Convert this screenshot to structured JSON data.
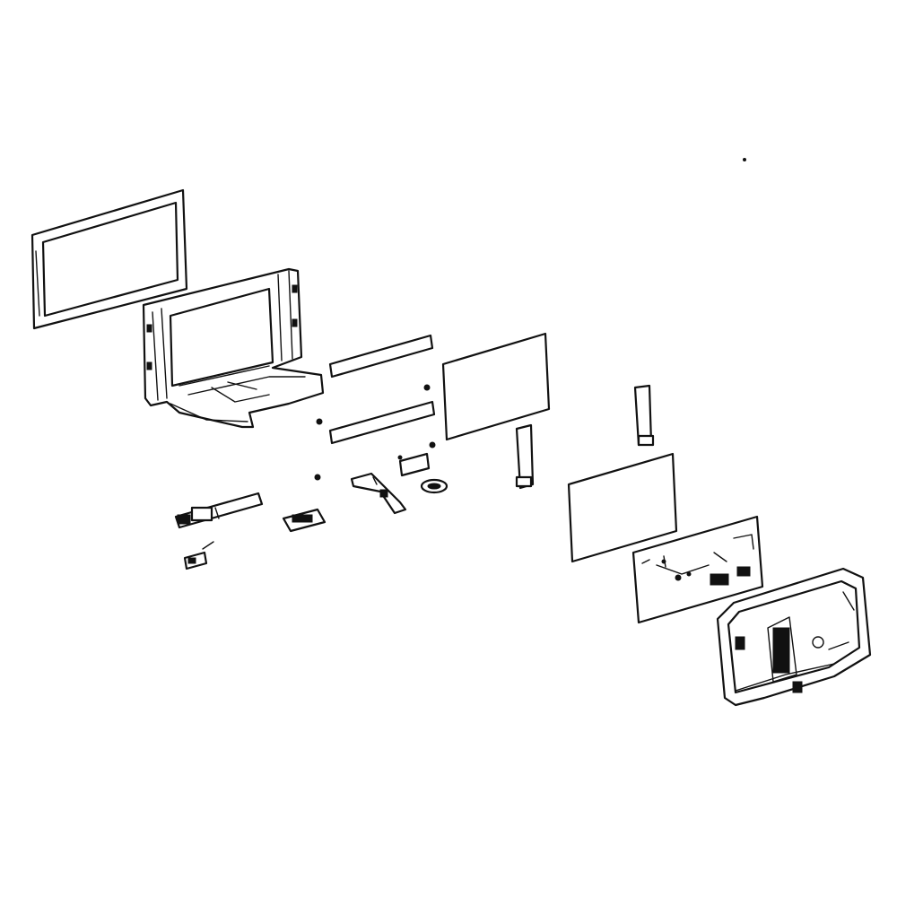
{
  "diagram": {
    "type": "exploded-parts-view",
    "colors": {
      "line": "#111111",
      "background": "#ffffff"
    },
    "parts": [
      "front-bezel",
      "main-frame-chassis",
      "upper-rail",
      "lower-rail",
      "lcd-panel",
      "lcd-ribbon-cable",
      "flex-cable",
      "backlight-diffuser",
      "control-board",
      "rear-housing",
      "power-switch-assembly",
      "small-bracket",
      "connector-block",
      "ir-sensor-strip",
      "button-pad",
      "small-label-plate",
      "mounting-screws"
    ]
  }
}
